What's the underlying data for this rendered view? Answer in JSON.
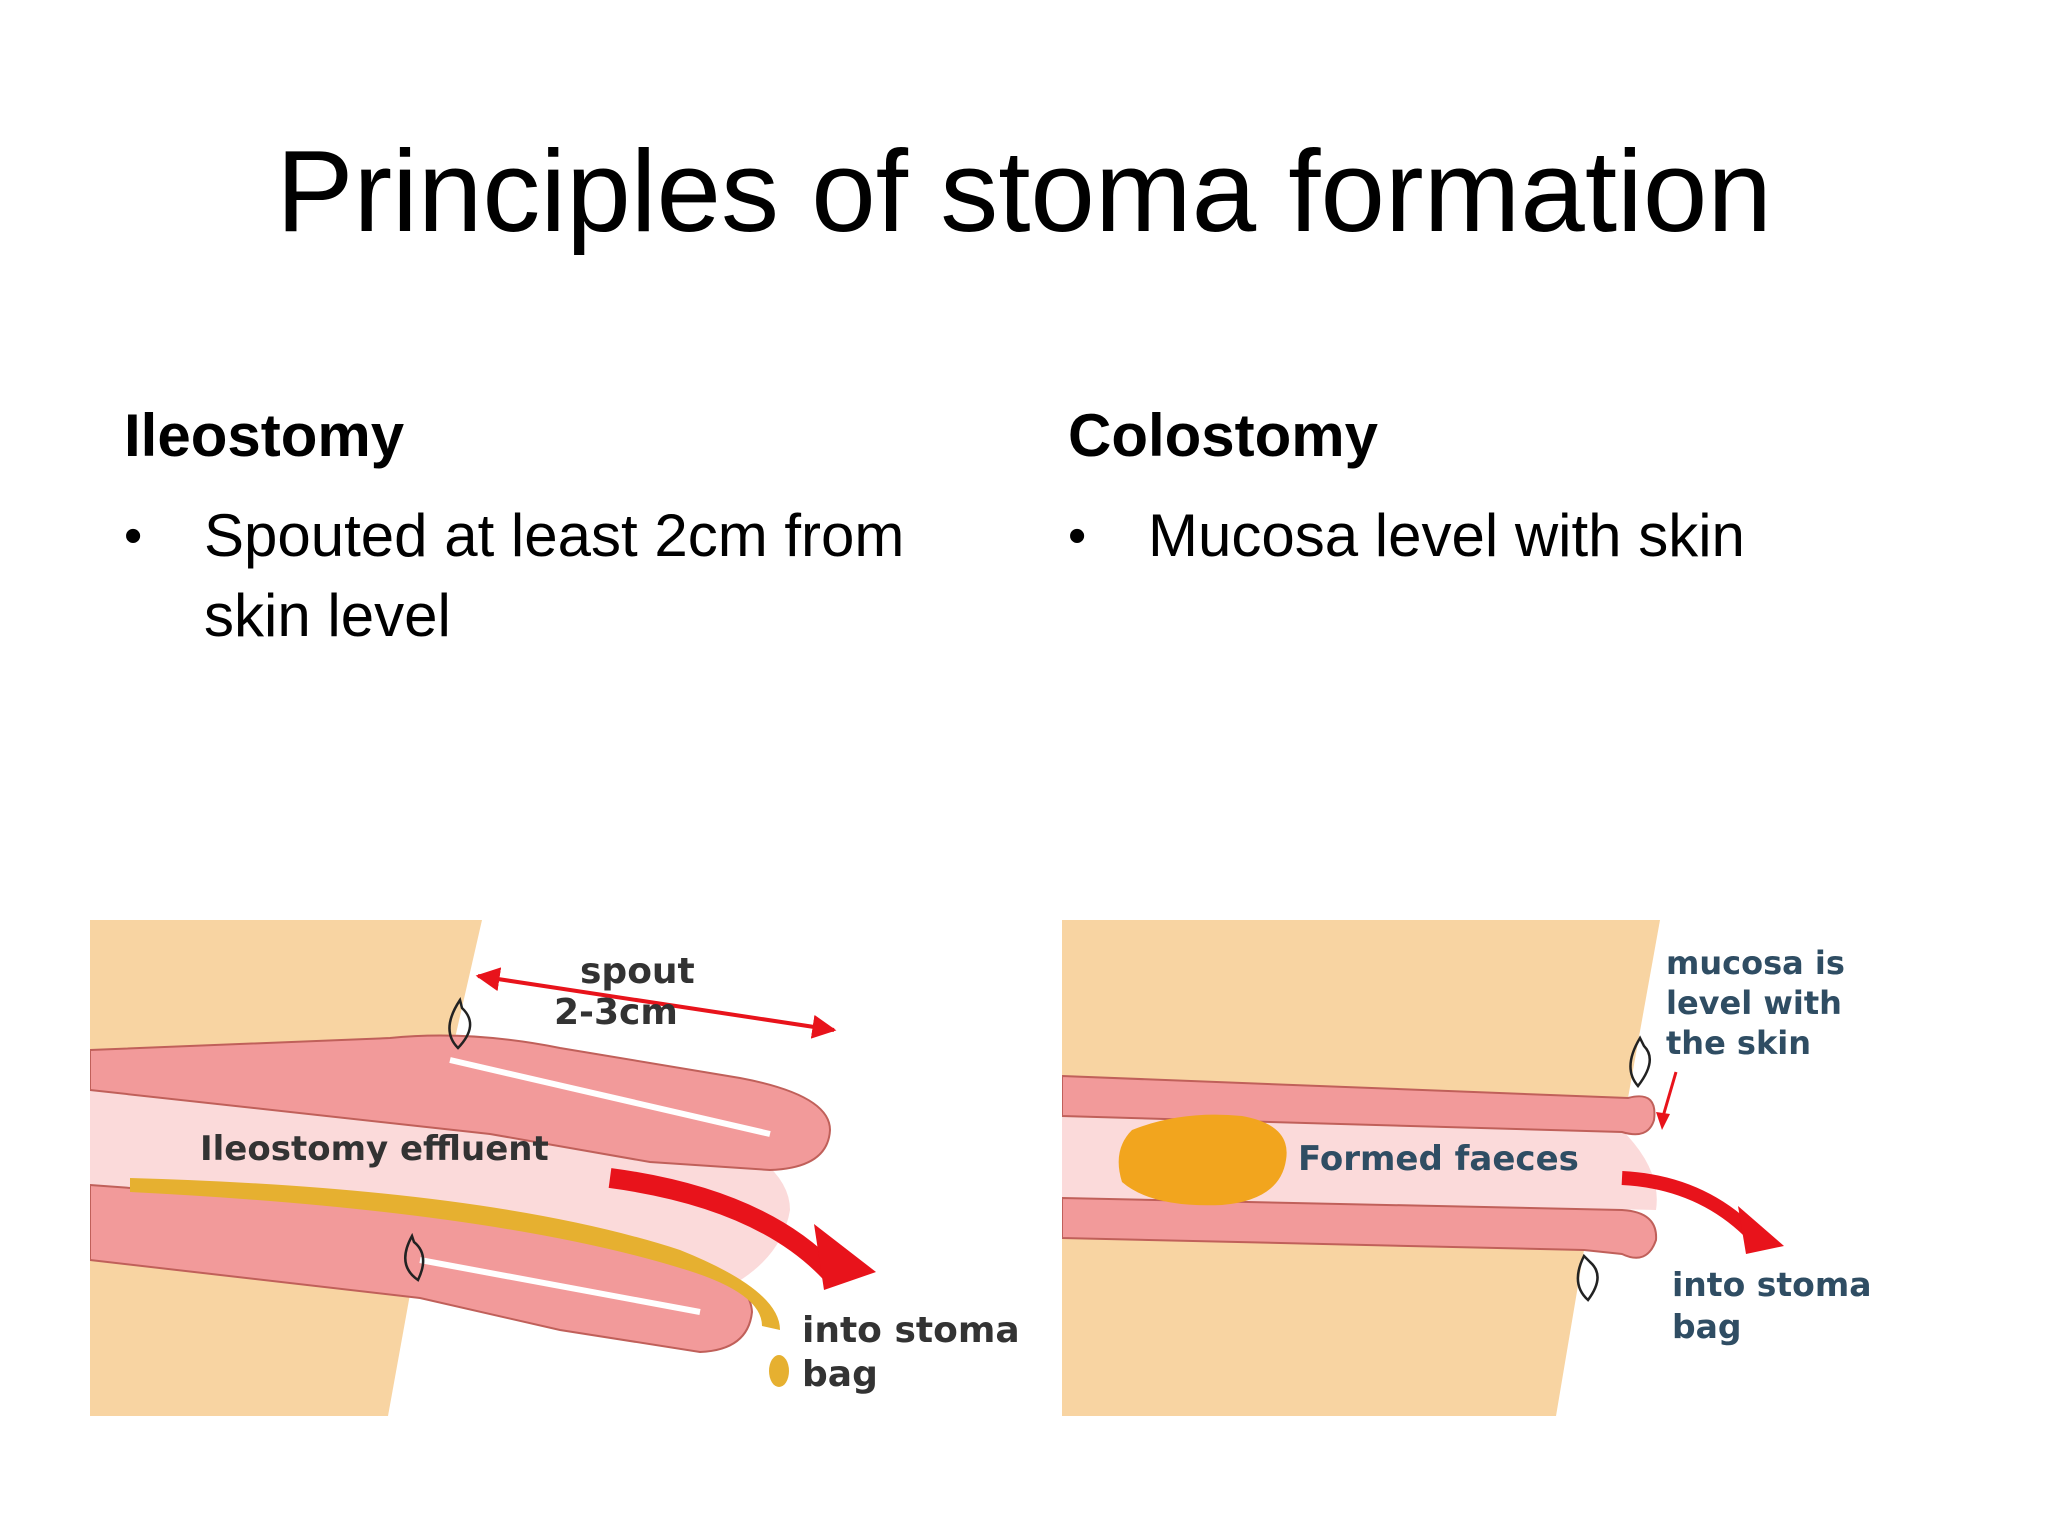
{
  "slide": {
    "title": "Principles of stoma formation"
  },
  "ileostomy": {
    "heading": "Ileostomy",
    "bullet": "Spouted at least 2cm from skin level",
    "figure": {
      "spout_label": "spout",
      "spout_length": "2-3cm",
      "effluent_label": "Ileostomy effluent",
      "into_label": "into stoma",
      "bag_label": "bag"
    }
  },
  "colostomy": {
    "heading": "Colostomy",
    "bullet": "Mucosa level with skin",
    "figure": {
      "mucosa_line1": "mucosa is",
      "mucosa_line2": "level with",
      "mucosa_line3": "the skin",
      "faeces_label": "Formed faeces",
      "into_label": "into stoma",
      "bag_label": "bag"
    }
  },
  "colors": {
    "skin": "#F8D4A2",
    "bowel_wall": "#F29A9A",
    "bowel_lumen": "#FBDADA",
    "effluent": "#E6B030",
    "faeces": "#F2A51E",
    "arrow": "#E8131B",
    "label_text": "#333333",
    "mucosa_text": "#2F4D63"
  }
}
